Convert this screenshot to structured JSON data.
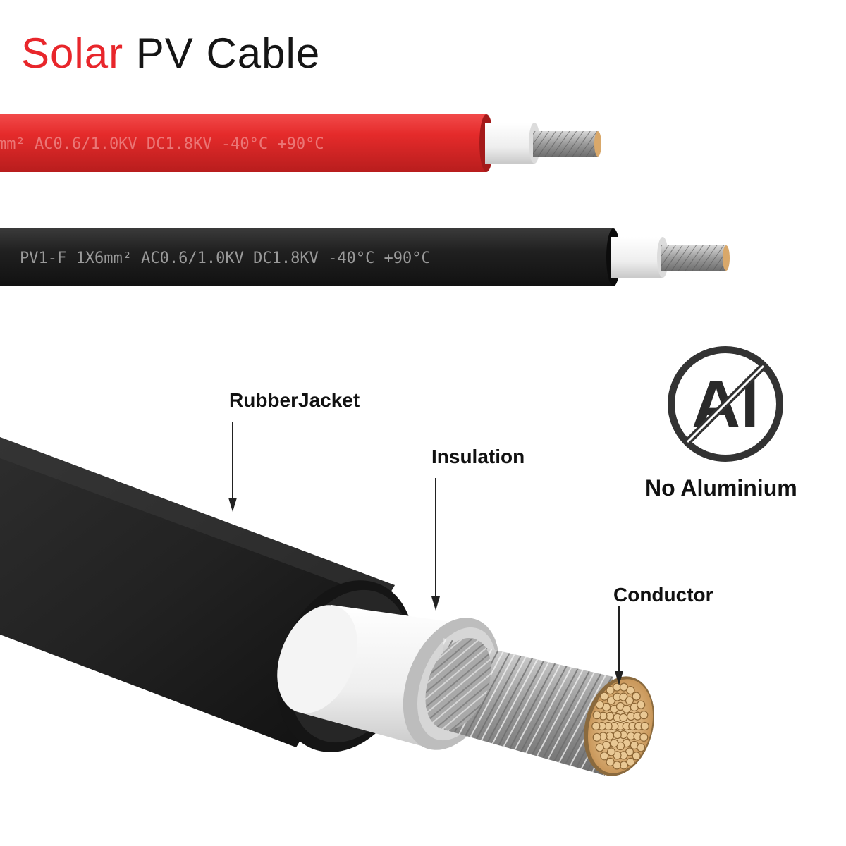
{
  "title": {
    "word_1": "Solar",
    "word_2": "PV Cable"
  },
  "red_cable": {
    "print": "mm²  AC0.6/1.0KV DC1.8KV  -40°C +90°C"
  },
  "black_cable": {
    "print": "PV1-F 1X6mm²  AC0.6/1.0KV DC1.8KV  -40°C +90°C"
  },
  "labels": {
    "jacket": "RubberJacket",
    "insulation": "Insulation",
    "conductor": "Conductor",
    "no_aluminium": "No Aluminium"
  },
  "badge": {
    "symbol": "Al"
  },
  "colors": {
    "accent_red": "#e8262b",
    "jacket_black": "#1c1c1c",
    "insulation_white": "#f2f2f2",
    "copper": "#e8c58f"
  }
}
